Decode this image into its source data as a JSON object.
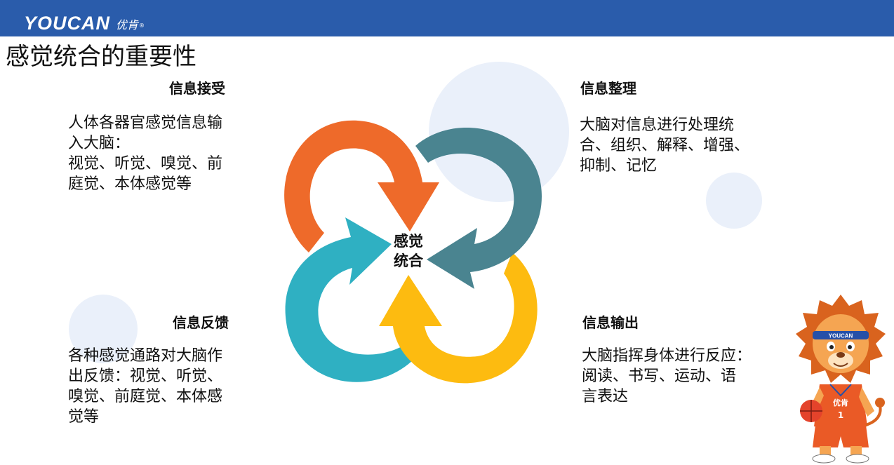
{
  "header": {
    "logo_text": "YOUCAN",
    "logo_cn": "优肯",
    "logo_mark": "®",
    "bar_color": "#2a5cab"
  },
  "page_title": "感觉统合的重要性",
  "center_label": "感觉\n统合",
  "quadrants": {
    "top_left": {
      "heading": "信息接受",
      "text": "人体各器官感觉信息输\n入大脑：\n视觉、听觉、嗅觉、前\n庭觉、本体感觉等",
      "color": "#ee6a2a"
    },
    "top_right": {
      "heading": "信息整理",
      "text": "大脑对信息进行处理统\n合、组织、解释、增强、\n抑制、记忆",
      "color": "#4a8490"
    },
    "bottom_left": {
      "heading": "信息反馈",
      "text": "各种感觉通路对大脑作\n出反馈：视觉、听觉、\n嗅觉、前庭觉、本体感\n觉等",
      "color": "#2fb0c2"
    },
    "bottom_right": {
      "heading": "信息输出",
      "text": "大脑指挥身体进行反应：\n阅读、书写、运动、语\n言表达",
      "color": "#fdbb10"
    }
  },
  "mascot": {
    "headband_text": "YOUCAN",
    "jersey_text": "优肯",
    "jersey_number": "1"
  }
}
